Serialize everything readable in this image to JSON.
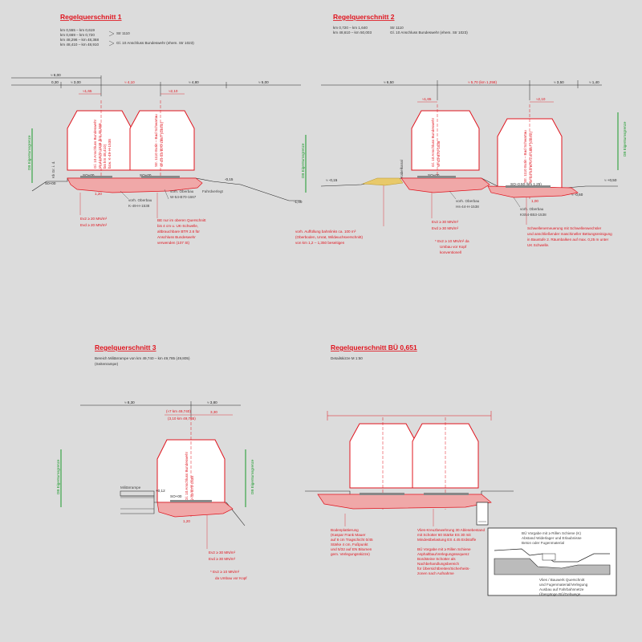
{
  "colors": {
    "background": "#dcdcdc",
    "red": "#e0141e",
    "green": "#1a9a2a",
    "ink": "#222222",
    "fill": "#f0a8a8",
    "gravel": "#e8c96a"
  },
  "p1": {
    "title": "Regelquerschnitt 1",
    "km": [
      "km  0,555 – km  0,619",
      "km  0,669 – km  0,720",
      "km 48,296 – km 48,368",
      "km 48,410 – km 48,910"
    ],
    "str": "Str 1110",
    "gl": "Gl. 10 Anschluss Bundeswehr (ehem. Str 1023)",
    "dims": [
      "≈ 6,00",
      "0,30",
      "≈ 3,00",
      "≈ 4,10",
      "≈ 4,80",
      "≈ 5,00"
    ],
    "small_dims": [
      "≈1,65",
      "≈2,10"
    ],
    "lim_left": "DB Eigentumsgrenze",
    "track_l": "Gl. 10 Anschluss Bundeswehr",
    "track_l_sub": [
      "W-44-B70-1538 (km 48,368",
      "bis km 48,410)",
      "bzw. K-49-H-1538"
    ],
    "track_r": "Str. 1110 Eutin – Bad Schwartau",
    "track_r_sub": "W-44-S4-B70-1667 (GEISI)",
    "so_l": "SO+00",
    "so_r": "SO+00",
    "kk": "Kk Gr. i. d.",
    "s0": "S0+00",
    "fahrdv": "Fahrdverlegt",
    "v015": "-0,15",
    "v100": "-1,00",
    "v120": "1,20",
    "ob_l": "vorh. Oberbau",
    "ob_l2": "K-49-H-1538",
    "ob_r": "vorh. Oberbau",
    "ob_r2": "W-54-B70-1667",
    "ev1": "Ev2 ≥ 20 MN/m²",
    "ev2": "Evd ≥ 20 MN/m²",
    "be": [
      "BE nur im oberen Querschnitt",
      "bis 4 cm u. UK-Schwelle,",
      "altbrauchbare BTR 2.6 für",
      "Anschluss Bundeswehr",
      "verwenden (107 St)"
    ]
  },
  "p2": {
    "title": "Regelquerschnitt 2",
    "km": [
      "km  0,720 – km  1,640",
      "km 48,610 – km 50,003"
    ],
    "str": "Str 1110",
    "gl": "Gl. 10 Anschluss Bundeswehr (ehem. Str 1023)",
    "dims": [
      "≈ 6,50",
      "≈ 5,70 (km 1,258)",
      "≈ 3,50",
      "≈ 1,40"
    ],
    "small_dims": [
      "≈1,65",
      "≈2,10"
    ],
    "lim_left": "DB Eigentumsgrenze",
    "lim_right": "DB Eigentumsgrenze",
    "track_l": "Gl. 10 Anschluss Bundeswehr",
    "track_l_sub": "W-43-B70-1538",
    "track_r": "Str. 1110 Eutin – Bad Schwartau",
    "track_r_sub": "W-44-S4-B70-2.6-1667 (GEISI)",
    "kabel": "Kabelkanal",
    "so_l": "SO+00",
    "so_r": "SO–0,50 (km 1,25)",
    "v015": "≈ -0,15",
    "v050": "≈ +0,50",
    "v060": "≈ -0,60",
    "v100": "1,00",
    "ob_l": "vorh. Oberbau",
    "ob_l2": "Hs-44-H-1538",
    "ob_r": "vorh. Oberbau",
    "ob_r2": "KS54-B53-1538",
    "auff": [
      "vorh. Auffüllung bahnlinks ca. 100 m³",
      "(Oberboden, Unrat, Wildwuchsverschnitt)",
      "von km 1,2 – 1,350 beseitigen"
    ],
    "ev1": "Ev2 ≥ 30 MN/m²",
    "ev2": "Evd ≥ 30 MN/m²",
    "star": [
      "* Ev2 ≥ 10 MN/m² da",
      "Umbau vor Kopf",
      "konventionell"
    ],
    "schw": [
      "Schwellenerneuerung mit Schwellenwechsler",
      "und anschließender maschineller Bettungsreinigung",
      "in Baustufe 2. Räumbalken auf max. 0,25 m unter",
      "UK Schwelle."
    ]
  },
  "p3": {
    "title": "Regelquerschnitt 3",
    "sub": [
      "Bereich Militärrampe von km 49,740 – km 49,785 (49,805)",
      "(Seitenrampe)"
    ],
    "dims": [
      "≈ 8,30",
      "≈ 3,80"
    ],
    "mid_dims": [
      "(≈7 km 49,740)",
      "(3,10 km 49,765)",
      "3,30"
    ],
    "lim_left": "DB Eigentumsgrenze",
    "lim_right": "DB Eigentumsgrenze",
    "track": "Gl. 10 Anschluss Bundeswehr",
    "track_sub": "V-43-B70-1538",
    "rampe": "Militärrampe",
    "v012": "+0,12",
    "so": "SO+00",
    "v120": "1,20",
    "ev1": "Ev2 ≥ 30 MN/m²",
    "ev2": "Evd ≥ 30 MN/m²",
    "star": [
      "* Ev2 ≥ 10 MN/m²",
      "da Umbau vor Kopf"
    ]
  },
  "p4": {
    "title": "Regelquerschnitt BÜ 0,651",
    "sub": "Detailskizze  M 1:50",
    "notes_l": [
      "Bodenplattierung",
      "(Kaspar Frank Mauer",
      "auf 8 cm Tragschicht 0/45",
      "Stärke 4 cm, Fußpunkt",
      "und 5/32 auf EN Bitumen",
      "gem. Verlegungsskizze)"
    ],
    "notes_r": [
      "Vlies-Kreuzbewehrung 30 Ablesebestand",
      "mit Schotter 60 Stärke ES 30 mit",
      "Mindestbelastung ES 4.45 Erdstoffe"
    ],
    "legend": [
      "BÜ Vorgabe mit ≥ Rillen Schiene",
      "Asphaltbau/Verlegungssequenz",
      "Bordsteine Schotter als",
      "Nachbehandlungsbereich",
      "für Übersichtbreiten/Sicherheits-",
      "zonen nach Aufnahme"
    ],
    "inset_top": [
      "BÜ Vorgabe mit ≥ Rillen Schiene (K)",
      "Abstand Widerlager und Erlaubnisse",
      "Beton oder Fugenmaterial"
    ],
    "inset_bot": [
      "Vlies / Bauwerk Querschnitt",
      "und Fugenmaterial/Verlegung",
      "Ausbau auf Fahrbahnnetze",
      "Übergänge BÜ/Gehwege"
    ]
  }
}
